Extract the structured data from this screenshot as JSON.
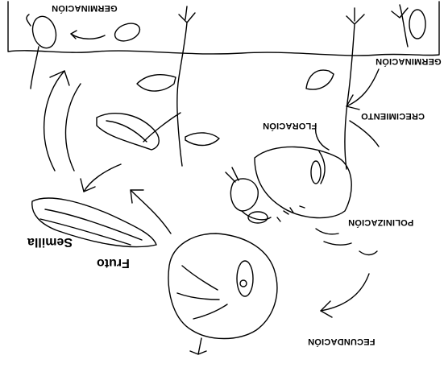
{
  "stages": {
    "germinacion_top_left": "GERMINACIÓN",
    "germinacion_right": "GERMINACIÓN",
    "crecimiento": "CRECIMIENTO",
    "floracion": "FLORACIÓN",
    "polinizacion": "POLINIZACIÓN",
    "fecundacion": "FECUNDACIÓN",
    "fruto": "Fruto",
    "semilla": "Semilla"
  }
}
